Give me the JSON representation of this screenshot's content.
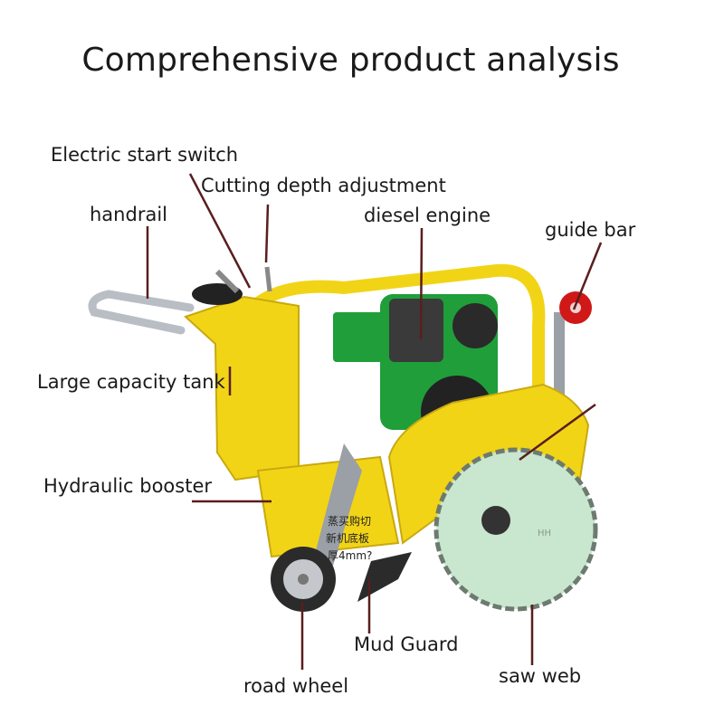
{
  "title": "Comprehensive product analysis",
  "colors": {
    "leader_line": "#5a1e1e",
    "frame_yellow": "#f2d417",
    "engine_green": "#1f9e3a",
    "blade_green": "#c9e6cf",
    "tire_dark": "#2b2b2b"
  },
  "labels": {
    "electric_start_switch": "Electric start switch",
    "cutting_depth_adjustment": "Cutting depth adjustment",
    "handrail": "handrail",
    "diesel_engine": "diesel engine",
    "guide_bar": "guide bar",
    "large_capacity_tank": "Large capacity tank",
    "hydraulic_booster": "Hydraulic booster",
    "mud_guard": "Mud Guard",
    "road_wheel": "road wheel",
    "saw_web": "saw web"
  },
  "machine_markings": {
    "side_plate_text_1": "蒸买购切",
    "side_plate_text_2": "新机底板",
    "side_plate_text_3": "厚4mm?",
    "blade_text": "HH"
  }
}
